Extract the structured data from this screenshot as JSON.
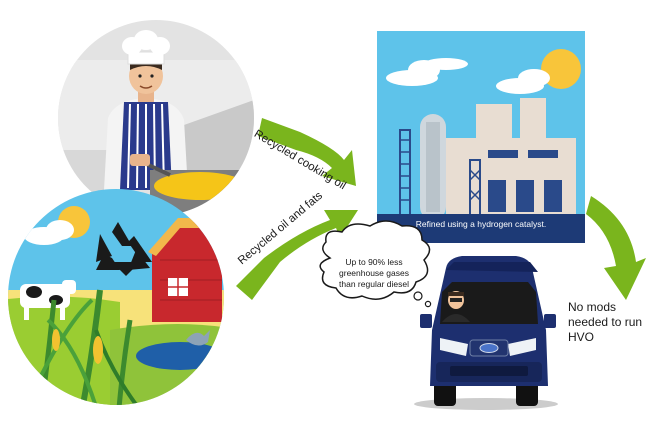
{
  "labels": {
    "recycled_cooking_oil": "Recycled cooking oil",
    "recycled_oil_and_fats": "Recycled oil and fats",
    "refined": "Refined using a hydrogen catalyst.",
    "thought_lines": [
      "Up to 90% less",
      "greenhouse gases",
      "than regular diesel"
    ],
    "outcome_lines": [
      "No mods",
      "needed to run",
      "HVO"
    ]
  },
  "colors": {
    "arrow_green": "#7ab51d",
    "sky_blue": "#5ec3ea",
    "van_navy": "#1d2f6f",
    "barn_red": "#c8282d",
    "sun_yellow": "#f8c53a"
  },
  "icons": [
    "chef-icon",
    "fryer-icon",
    "recycle-icon",
    "barn-icon",
    "cow-icon",
    "corn-icon",
    "sun-icon",
    "cloud-icon",
    "refinery-icon",
    "van-icon",
    "driver-icon"
  ]
}
